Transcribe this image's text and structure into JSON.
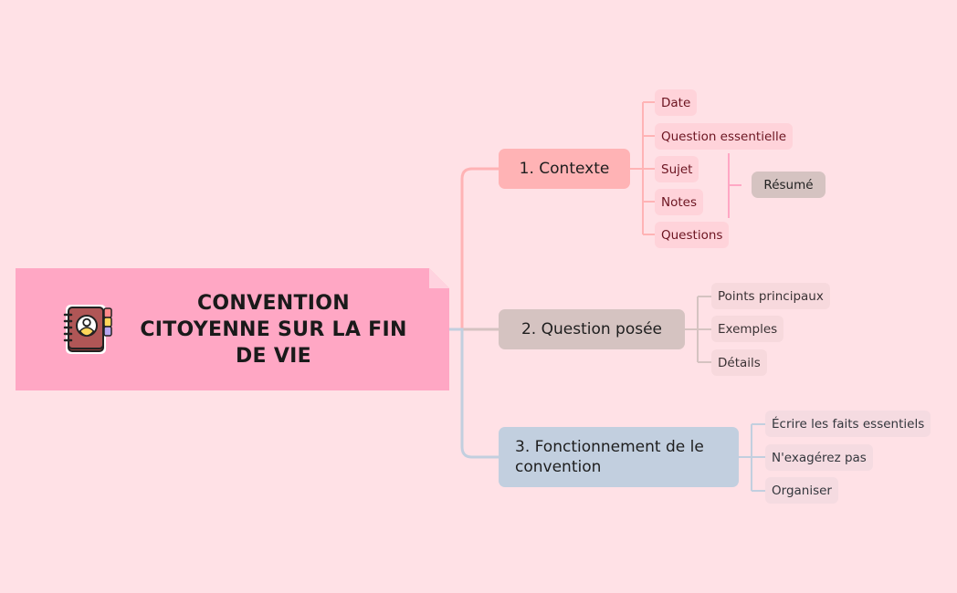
{
  "colors": {
    "background": "#ffe1e6",
    "root": "#ffa7c4",
    "branch1": "#ffb3b5",
    "branch2": "#d5c3c1",
    "branch3": "#c2cfdf",
    "summary": "#d5c3c1",
    "summary_bracket": "#ffa7c4"
  },
  "root": {
    "title": "CONVENTION CITOYENNE SUR LA FIN DE VIE",
    "icon": "contact-book-icon"
  },
  "branches": [
    {
      "label": "1. Contexte",
      "children": [
        {
          "label": "Date"
        },
        {
          "label": "Question essentielle"
        },
        {
          "label": "Sujet"
        },
        {
          "label": "Notes"
        },
        {
          "label": "Questions"
        }
      ],
      "summary": {
        "label": "Résumé",
        "covers": [
          "Sujet",
          "Notes"
        ]
      }
    },
    {
      "label": "2. Question posée",
      "children": [
        {
          "label": "Points principaux"
        },
        {
          "label": "Exemples"
        },
        {
          "label": "Détails"
        }
      ]
    },
    {
      "label": "3. Fonctionnement de le convention",
      "children": [
        {
          "label": "Écrire les faits essentiels"
        },
        {
          "label": "N'exagérez pas"
        },
        {
          "label": "Organiser"
        }
      ]
    }
  ]
}
